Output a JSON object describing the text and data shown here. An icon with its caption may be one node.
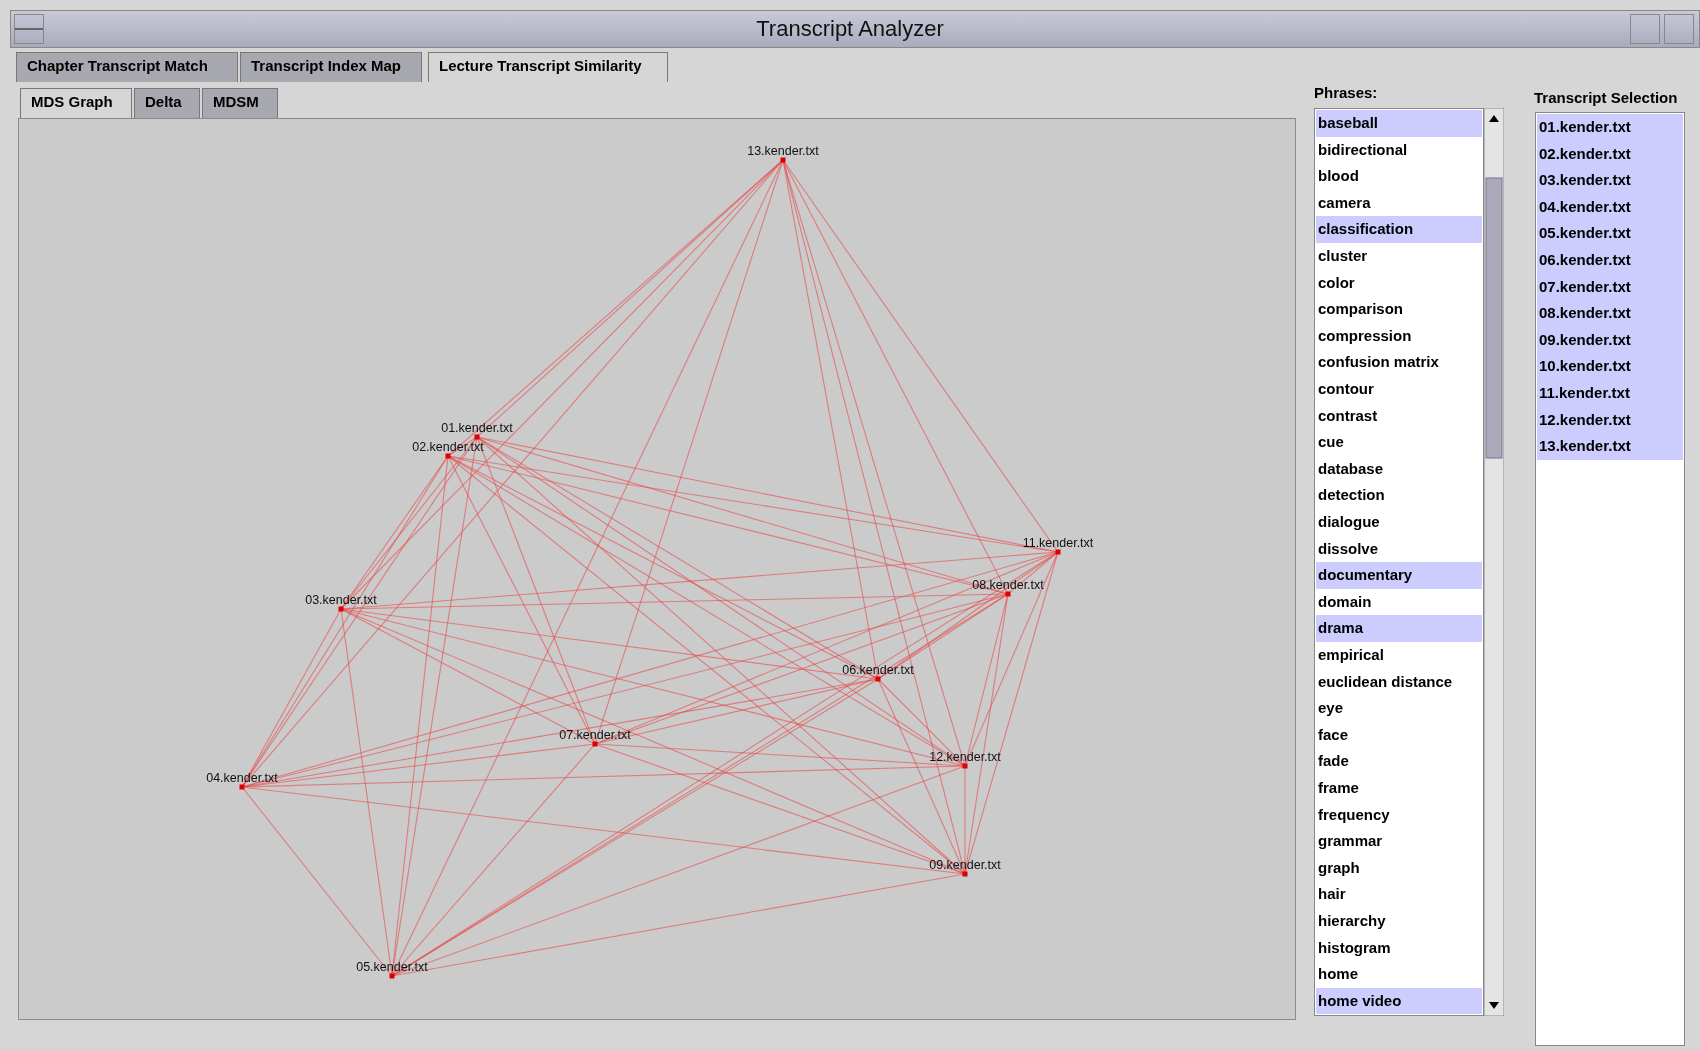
{
  "diagram": {
    "title": "Transcript Analyzer",
    "nodes": [
      {
        "text": [
          "13.kender.txt"
        ]
      },
      {
        "text": [
          "01.kender.txt"
        ]
      },
      {
        "text": [
          "02.kender.txt"
        ]
      },
      {
        "text": [
          "11.kender.txt"
        ]
      },
      {
        "text": [
          "08.kender.txt"
        ]
      },
      {
        "text": [
          "03.kender.txt"
        ]
      },
      {
        "text": [
          "06.kender.txt"
        ]
      },
      {
        "text": [
          "07.kender.txt"
        ]
      },
      {
        "text": [
          "12.kender.txt"
        ]
      },
      {
        "text": [
          "04.kender.txt"
        ]
      },
      {
        "text": [
          "09.kender.txt"
        ]
      },
      {
        "text": [
          "05.kender.txt"
        ]
      }
    ],
    "edges": [
      {
        "from": 0,
        "to": 1,
        "arrow": "none"
      },
      {
        "from": 0,
        "to": 2,
        "arrow": "none"
      },
      {
        "from": 0,
        "to": 3,
        "arrow": "none"
      },
      {
        "from": 0,
        "to": 4,
        "arrow": "none"
      },
      {
        "from": 0,
        "to": 5,
        "arrow": "none"
      },
      {
        "from": 0,
        "to": 6,
        "arrow": "none"
      },
      {
        "from": 0,
        "to": 7,
        "arrow": "none"
      },
      {
        "from": 0,
        "to": 8,
        "arrow": "none"
      },
      {
        "from": 0,
        "to": 9,
        "arrow": "none"
      },
      {
        "from": 0,
        "to": 10,
        "arrow": "none"
      },
      {
        "from": 0,
        "to": 11,
        "arrow": "none"
      },
      {
        "from": 1,
        "to": 2,
        "arrow": "none"
      },
      {
        "from": 1,
        "to": 3,
        "arrow": "none"
      },
      {
        "from": 1,
        "to": 4,
        "arrow": "none"
      },
      {
        "from": 1,
        "to": 5,
        "arrow": "none"
      },
      {
        "from": 1,
        "to": 6,
        "arrow": "none"
      },
      {
        "from": 1,
        "to": 7,
        "arrow": "none"
      },
      {
        "from": 1,
        "to": 8,
        "arrow": "none"
      },
      {
        "from": 1,
        "to": 9,
        "arrow": "none"
      },
      {
        "from": 1,
        "to": 10,
        "arrow": "none"
      },
      {
        "from": 1,
        "to": 11,
        "arrow": "none"
      },
      {
        "from": 2,
        "to": 3,
        "arrow": "none"
      },
      {
        "from": 2,
        "to": 4,
        "arrow": "none"
      },
      {
        "from": 2,
        "to": 5,
        "arrow": "none"
      },
      {
        "from": 2,
        "to": 6,
        "arrow": "none"
      },
      {
        "from": 2,
        "to": 7,
        "arrow": "none"
      },
      {
        "from": 2,
        "to": 8,
        "arrow": "none"
      },
      {
        "from": 2,
        "to": 9,
        "arrow": "none"
      },
      {
        "from": 2,
        "to": 10,
        "arrow": "none"
      },
      {
        "from": 2,
        "to": 11,
        "arrow": "none"
      },
      {
        "from": 3,
        "to": 4,
        "arrow": "none"
      },
      {
        "from": 3,
        "to": 5,
        "arrow": "none"
      },
      {
        "from": 3,
        "to": 6,
        "arrow": "none"
      },
      {
        "from": 3,
        "to": 7,
        "arrow": "none"
      },
      {
        "from": 3,
        "to": 8,
        "arrow": "none"
      },
      {
        "from": 3,
        "to": 9,
        "arrow": "none"
      },
      {
        "from": 3,
        "to": 10,
        "arrow": "none"
      },
      {
        "from": 3,
        "to": 11,
        "arrow": "none"
      },
      {
        "from": 4,
        "to": 5,
        "arrow": "none"
      },
      {
        "from": 4,
        "to": 6,
        "arrow": "none"
      },
      {
        "from": 4,
        "to": 7,
        "arrow": "none"
      },
      {
        "from": 4,
        "to": 8,
        "arrow": "none"
      },
      {
        "from": 4,
        "to": 9,
        "arrow": "none"
      },
      {
        "from": 4,
        "to": 10,
        "arrow": "none"
      },
      {
        "from": 4,
        "to": 11,
        "arrow": "none"
      },
      {
        "from": 5,
        "to": 6,
        "arrow": "none"
      },
      {
        "from": 5,
        "to": 7,
        "arrow": "none"
      },
      {
        "from": 5,
        "to": 8,
        "arrow": "none"
      },
      {
        "from": 5,
        "to": 9,
        "arrow": "none"
      },
      {
        "from": 5,
        "to": 10,
        "arrow": "none"
      },
      {
        "from": 5,
        "to": 11,
        "arrow": "none"
      },
      {
        "from": 6,
        "to": 7,
        "arrow": "none"
      },
      {
        "from": 6,
        "to": 8,
        "arrow": "none"
      },
      {
        "from": 6,
        "to": 9,
        "arrow": "none"
      },
      {
        "from": 6,
        "to": 10,
        "arrow": "none"
      },
      {
        "from": 6,
        "to": 11,
        "arrow": "none"
      },
      {
        "from": 7,
        "to": 8,
        "arrow": "none"
      },
      {
        "from": 7,
        "to": 9,
        "arrow": "none"
      },
      {
        "from": 7,
        "to": 10,
        "arrow": "none"
      },
      {
        "from": 7,
        "to": 11,
        "arrow": "none"
      },
      {
        "from": 8,
        "to": 9,
        "arrow": "none"
      },
      {
        "from": 8,
        "to": 10,
        "arrow": "none"
      },
      {
        "from": 8,
        "to": 11,
        "arrow": "none"
      },
      {
        "from": 9,
        "to": 10,
        "arrow": "none"
      },
      {
        "from": 9,
        "to": 11,
        "arrow": "none"
      },
      {
        "from": 10,
        "to": 11,
        "arrow": "none"
      }
    ],
    "labels": [
      "Chapter Transcript Match",
      "Transcript Index Map",
      "Lecture Transcript Similarity",
      "MDS Graph",
      "Delta",
      "MDSM",
      "Phrases:",
      "baseball",
      "bidirectional",
      "blood",
      "camera",
      "classification",
      "cluster",
      "color",
      "comparison",
      "compression",
      "confusion matrix",
      "contour",
      "contrast",
      "cue",
      "database",
      "detection",
      "dialogue",
      "dissolve",
      "documentary",
      "domain",
      "drama",
      "empirical",
      "euclidean distance",
      "eye",
      "face",
      "fade",
      "frame",
      "frequency",
      "grammar",
      "graph",
      "hair",
      "hierarchy",
      "histogram",
      "home",
      "home video",
      "Transcript Selection",
      "01.kender.txt",
      "02.kender.txt",
      "03.kender.txt",
      "04.kender.txt",
      "05.kender.txt",
      "06.kender.txt",
      "07.kender.txt",
      "08.kender.txt",
      "09.kender.txt",
      "10.kender.txt",
      "11.kender.txt",
      "12.kender.txt",
      "13.kender.txt"
    ]
  }
}
